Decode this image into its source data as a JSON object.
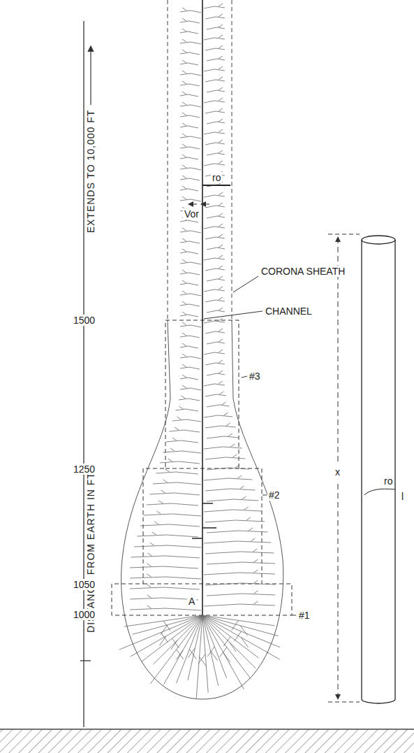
{
  "diagram": {
    "labels": [
      "EXTENDS TO 10,000 FT",
      "DISTANCE FROM EARTH IN FT",
      "1500",
      "1250",
      "1050",
      "1000",
      "ro",
      "Vor",
      "CORONA SHEATH",
      "CHANNEL",
      "#3",
      "#2",
      "#1",
      "A",
      "x",
      "ro",
      "l"
    ]
  }
}
